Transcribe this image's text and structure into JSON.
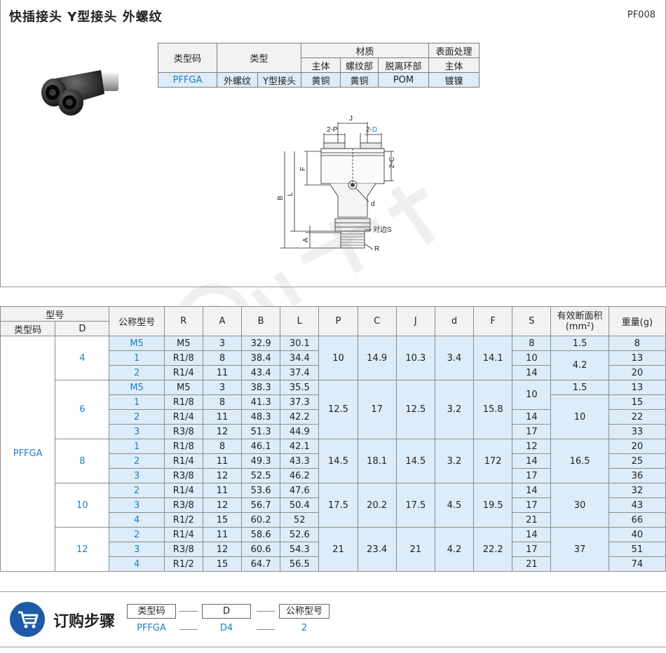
{
  "header": {
    "title": "快插接头  Y型接头  外螺纹",
    "code": "PF008"
  },
  "spec": {
    "h_type_code": "类型码",
    "h_type": "类型",
    "h_material": "材质",
    "h_surface": "表面处理",
    "h_body": "主体",
    "h_thread": "螺纹部",
    "h_release": "脱离环部",
    "h_surface_body": "主体",
    "v_type_code": "PFFGA",
    "v_type1": "外螺纹",
    "v_type2": "Y型接头",
    "v_body": "黄铜",
    "v_thread": "黄铜",
    "v_release": "POM",
    "v_surface": "镀镍"
  },
  "drawing": {
    "J": "J",
    "P": "2-P",
    "D_prefix": "2-",
    "D": "D",
    "C": "2-C",
    "F": "F",
    "L": "L",
    "B": "B",
    "d": "d",
    "S": "对边S",
    "A": "A",
    "R": "R"
  },
  "table": {
    "h_model": "型号",
    "h_type_code": "类型码",
    "h_D": "D",
    "h_nominal": "公称型号",
    "h_R": "R",
    "h_A": "A",
    "h_B": "B",
    "h_L": "L",
    "h_P": "P",
    "h_C": "C",
    "h_J": "J",
    "h_d": "d",
    "h_F": "F",
    "h_S": "S",
    "h_area": "有效断面积",
    "h_area_unit": "(mm²)",
    "h_weight": "重量(g)",
    "type_code": "PFFGA",
    "groups": [
      {
        "D": "4",
        "P": "10",
        "C": "14.9",
        "J": "10.3",
        "d": "3.4",
        "F": "14.1",
        "rows": [
          {
            "n": "M5",
            "R": "M5",
            "A": "3",
            "B": "32.9",
            "L": "30.1",
            "S": "8",
            "area": "1.5",
            "w": "8"
          },
          {
            "n": "1",
            "R": "R1/8",
            "A": "8",
            "B": "38.4",
            "L": "34.4",
            "S": "10",
            "area": "4.2",
            "w": "13"
          },
          {
            "n": "2",
            "R": "R1/4",
            "A": "11",
            "B": "43.4",
            "L": "37.4",
            "S": "14",
            "w": "20"
          }
        ]
      },
      {
        "D": "6",
        "P": "12.5",
        "C": "17",
        "J": "12.5",
        "d": "3.2",
        "F": "15.8",
        "rows": [
          {
            "n": "M5",
            "R": "M5",
            "A": "3",
            "B": "38.3",
            "L": "35.5",
            "S": "10",
            "area": "1.5",
            "w": "13"
          },
          {
            "n": "1",
            "R": "R1/8",
            "A": "8",
            "B": "41.3",
            "L": "37.3",
            "area": "10",
            "w": "15"
          },
          {
            "n": "2",
            "R": "R1/4",
            "A": "11",
            "B": "48.3",
            "L": "42.2",
            "S": "14",
            "w": "22"
          },
          {
            "n": "3",
            "R": "R3/8",
            "A": "12",
            "B": "51.3",
            "L": "44.9",
            "S": "17",
            "w": "33"
          }
        ]
      },
      {
        "D": "8",
        "P": "14.5",
        "C": "18.1",
        "J": "14.5",
        "d": "3.2",
        "F": "172",
        "area": "16.5",
        "rows": [
          {
            "n": "1",
            "R": "R1/8",
            "A": "8",
            "B": "46.1",
            "L": "42.1",
            "S": "12",
            "w": "20"
          },
          {
            "n": "2",
            "R": "R1/4",
            "A": "11",
            "B": "49.3",
            "L": "43.3",
            "S": "14",
            "w": "25"
          },
          {
            "n": "3",
            "R": "R3/8",
            "A": "12",
            "B": "52.5",
            "L": "46.2",
            "S": "17",
            "w": "36"
          }
        ]
      },
      {
        "D": "10",
        "P": "17.5",
        "C": "20.2",
        "J": "17.5",
        "d": "4.5",
        "F": "19.5",
        "area": "30",
        "rows": [
          {
            "n": "2",
            "R": "R1/4",
            "A": "11",
            "B": "53.6",
            "L": "47.6",
            "S": "14",
            "w": "32"
          },
          {
            "n": "3",
            "R": "R3/8",
            "A": "12",
            "B": "56.7",
            "L": "50.4",
            "S": "17",
            "w": "43"
          },
          {
            "n": "4",
            "R": "R1/2",
            "A": "15",
            "B": "60.2",
            "L": "52",
            "S": "21",
            "w": "66"
          }
        ]
      },
      {
        "D": "12",
        "P": "21",
        "C": "23.4",
        "J": "21",
        "d": "4.2",
        "F": "22.2",
        "area": "37",
        "rows": [
          {
            "n": "2",
            "R": "R1/4",
            "A": "11",
            "B": "58.6",
            "L": "52.6",
            "S": "14",
            "w": "40"
          },
          {
            "n": "3",
            "R": "R3/8",
            "A": "12",
            "B": "60.6",
            "L": "54.3",
            "S": "17",
            "w": "51"
          },
          {
            "n": "4",
            "R": "R1/2",
            "A": "15",
            "B": "64.7",
            "L": "56.5",
            "S": "21",
            "w": "74"
          }
        ]
      }
    ]
  },
  "order": {
    "title": "订购步骤",
    "b1": "类型码",
    "b2": "D",
    "b3": "公称型号",
    "v1": "PFFGA",
    "v2": "D4",
    "v3": "2"
  },
  "colors": {
    "accent": "#1d7fc4",
    "cell_fill": "#dcecf8",
    "cart": "#1e5ba6"
  }
}
